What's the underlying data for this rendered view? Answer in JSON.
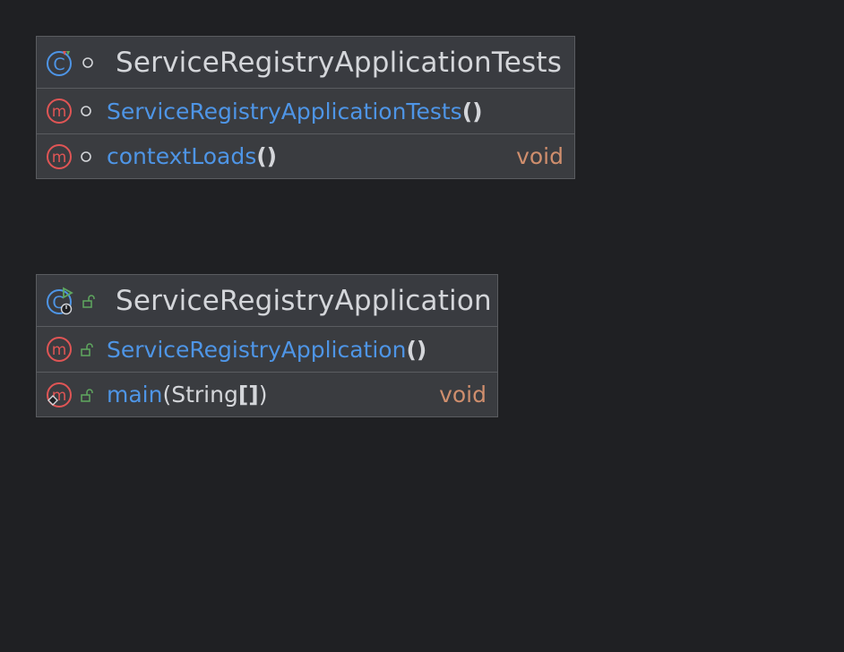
{
  "colors": {
    "background": "#1f2023",
    "node_fill": "#393b40",
    "node_border": "#5a5c60",
    "title_text": "#d4d6da",
    "member_name": "#4e95e6",
    "return_type": "#cf8e6d",
    "method_icon": "#e05555",
    "class_icon": "#4e95e6",
    "public_lock": "#5fa85f"
  },
  "nodes": [
    {
      "title": "ServiceRegistryApplicationTests",
      "class_icon": "test-class-icon",
      "visibility_icon": "package-private-icon",
      "members": [
        {
          "icon": "method-icon",
          "visibility_icon": "package-private-icon",
          "name": "ServiceRegistryApplicationTests",
          "params": "()",
          "type": ""
        },
        {
          "icon": "method-icon",
          "visibility_icon": "package-private-icon",
          "name": "contextLoads",
          "params": "()",
          "type": "void"
        }
      ]
    },
    {
      "title": "ServiceRegistryApplication",
      "class_icon": "runnable-spring-class-icon",
      "visibility_icon": "public-lock-icon",
      "members": [
        {
          "icon": "method-icon",
          "visibility_icon": "public-lock-icon",
          "name": "ServiceRegistryApplication",
          "params": "()",
          "type": ""
        },
        {
          "icon": "static-method-icon",
          "visibility_icon": "public-lock-icon",
          "name": "main",
          "params_open": "(",
          "params_inner": "String",
          "params_brackets": "[]",
          "params_close": ")",
          "type": "void"
        }
      ]
    }
  ]
}
